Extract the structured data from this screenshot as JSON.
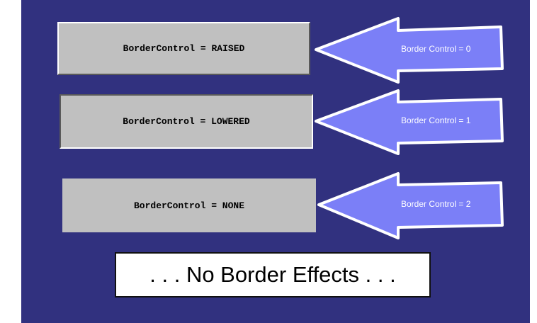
{
  "boxes": [
    {
      "label": "BorderControl = RAISED",
      "style": "raised"
    },
    {
      "label": "BorderControl = LOWERED",
      "style": "lowered"
    },
    {
      "label": "BorderControl = NONE",
      "style": "none"
    }
  ],
  "arrows": [
    {
      "label": "Border Control = 0"
    },
    {
      "label": "Border Control = 1"
    },
    {
      "label": "Border Control = 2"
    }
  ],
  "caption": ". . . No Border Effects . . .",
  "colors": {
    "background": "#31317f",
    "box": "#c0c0c0",
    "arrow_fill": "#7b7ff7",
    "arrow_stroke": "#ffffff",
    "caption_bg": "#ffffff"
  }
}
